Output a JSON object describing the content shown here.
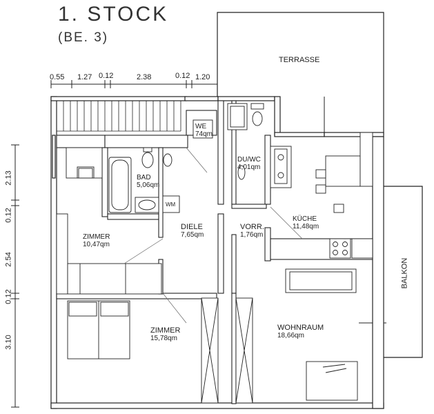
{
  "header": {
    "title": "1. STOCK",
    "subtitle": "(BE. 3)"
  },
  "dimensions": {
    "horizontal": [
      "0.55",
      "1.27",
      "0.12",
      "2.38",
      "0.12",
      "1.20"
    ],
    "vertical": [
      "2.13",
      "0.12",
      "2.54",
      "0.12",
      "3.10"
    ]
  },
  "rooms": {
    "terrasse": {
      "name": "TERRASSE"
    },
    "we": {
      "name": "WE",
      "area": "74qm"
    },
    "bad": {
      "name": "BAD",
      "area": "5,06qm"
    },
    "wm": {
      "name": "WM"
    },
    "du_wc": {
      "name": "DU/WC",
      "area": "4,01qm"
    },
    "kueche": {
      "name": "KÜCHE",
      "area": "11,48qm"
    },
    "zimmer1": {
      "name": "ZIMMER",
      "area": "10,47qm"
    },
    "diele": {
      "name": "DIELE",
      "area": "7,65qm"
    },
    "vorr": {
      "name": "VORR.",
      "area": "1,76qm"
    },
    "balkon": {
      "name": "BALKON"
    },
    "zimmer2": {
      "name": "ZIMMER",
      "area": "15,78qm"
    },
    "wohnraum": {
      "name": "WOHNRAUM",
      "area": "18,66qm"
    }
  }
}
